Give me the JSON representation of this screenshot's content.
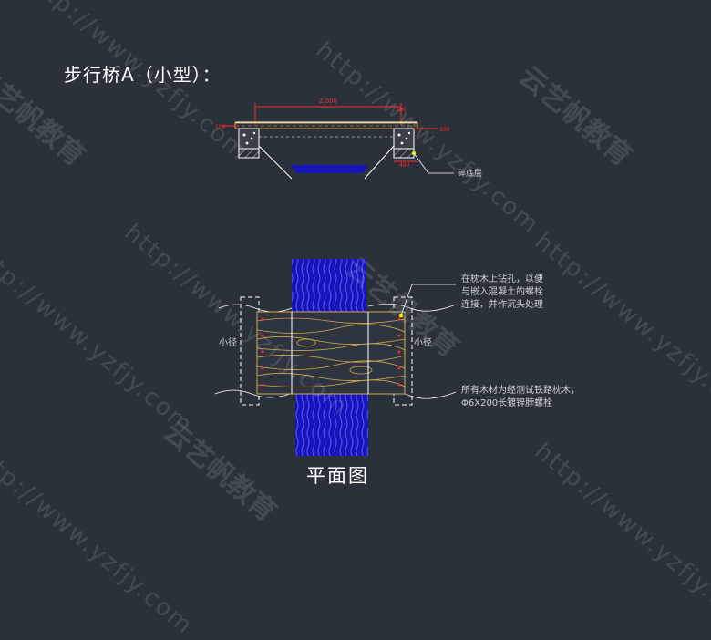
{
  "title": "步行桥A（小型）：",
  "caption": "平面图",
  "section": {
    "span_dim": "2,000",
    "left_dim": "100",
    "right_dim_top": "100",
    "right_dim_mid": "100",
    "right_dim_bottom": "400",
    "base_label": "碎底层"
  },
  "plan": {
    "left_path_label": "小径",
    "right_path_label": "小径",
    "note_drill": [
      "在枕木上钻孔，以便",
      "与嵌入混凝土的螺栓",
      "连接，并作沉头处理"
    ],
    "note_timber": [
      "所有木材为经测试铁路枕木，",
      "Φ6X200长镀锌脖螺栓"
    ]
  },
  "watermarks": {
    "brand": "云艺帆教育",
    "url": "http://www.yzfjy.com"
  },
  "colors": {
    "background": "#2b313b",
    "water": "#1515b8",
    "timber": "#d6a84a",
    "dimension": "#ff2a2a",
    "line": "#ffffff"
  }
}
